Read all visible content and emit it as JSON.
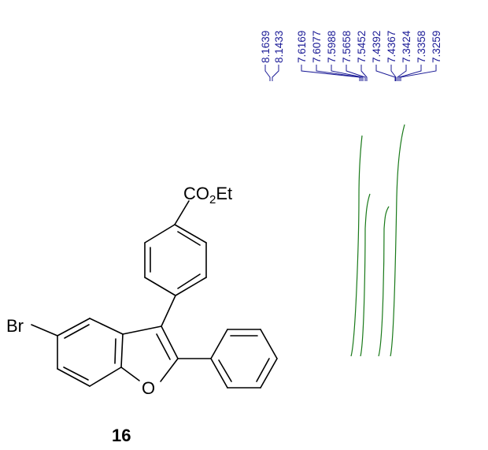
{
  "spectrum": {
    "peaks": [
      "8.1639",
      "8.1433",
      "7.6169",
      "7.6077",
      "7.5988",
      "7.5658",
      "7.5452",
      "7.4392",
      "7.4367",
      "7.3424",
      "7.3358",
      "7.3259"
    ],
    "label_color": "#1b1b96",
    "integral_color": "#1a7a1a"
  },
  "molecule": {
    "ester_group": "CO",
    "ester_subscript": "2",
    "ester_tail": "Et",
    "bromo": "Br",
    "ring_oxygen": "O",
    "compound_number": "16"
  }
}
